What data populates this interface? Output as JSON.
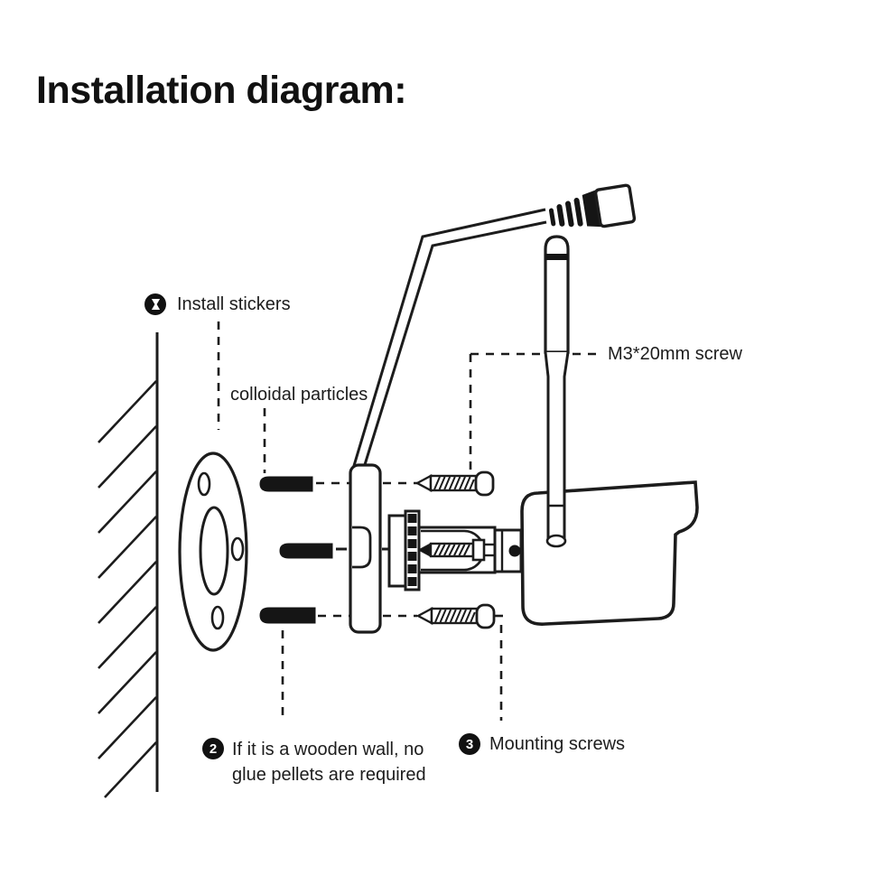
{
  "page": {
    "title": "Installation diagram:"
  },
  "colors": {
    "ink": "#1c1c1c",
    "background": "#ffffff",
    "badge_bg": "#111111",
    "badge_text": "#ffffff"
  },
  "annotations": {
    "install_stickers": {
      "badge_icon": "hourglass",
      "text": "Install stickers"
    },
    "colloidal_particles": {
      "text": "colloidal particles"
    },
    "m3_screw": {
      "text": "M3*20mm screw"
    },
    "wooden_wall": {
      "number": "2",
      "line1": "If it is a wooden wall, no",
      "line2": "glue pellets are required"
    },
    "mounting_screws": {
      "number": "3",
      "text": "Mounting screws"
    }
  }
}
